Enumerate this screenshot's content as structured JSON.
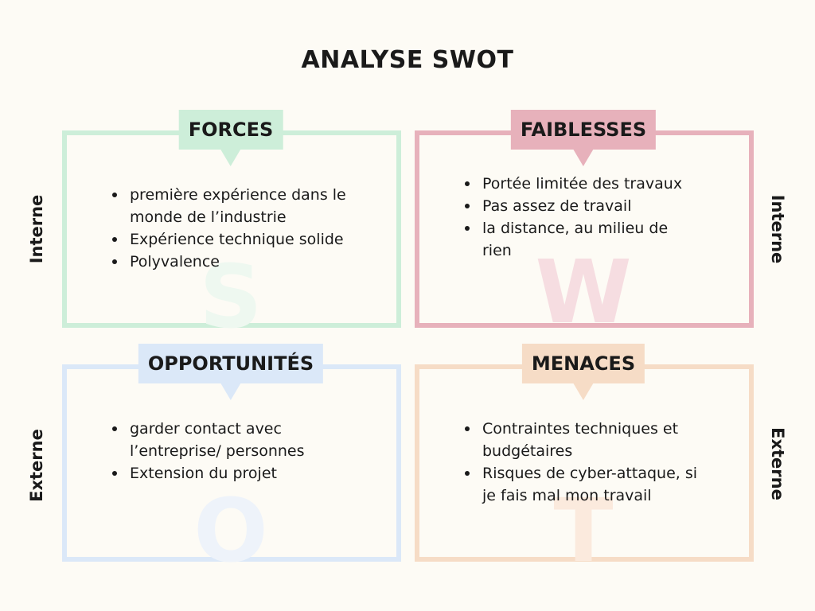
{
  "title": "ANALYSE SWOT",
  "colors": {
    "forces": "#cdeed9",
    "faiblesses": "#e7b1bb",
    "opportunites": "#dbe8f8",
    "menaces": "#f6dcc6",
    "background": "#fdfbf5"
  },
  "side_labels": {
    "left_top": "Interne",
    "left_bottom": "Externe",
    "right_top": "Interne",
    "right_bottom": "Externe"
  },
  "quadrants": {
    "forces": {
      "label": "FORCES",
      "letter": "S",
      "items": [
        "première expérience dans le monde de l’industrie",
        "Expérience technique solide",
        "Polyvalence"
      ]
    },
    "faiblesses": {
      "label": "FAIBLESSES",
      "letter": "W",
      "items": [
        "Portée limitée des travaux",
        "Pas assez de travail",
        "la distance, au milieu de rien"
      ]
    },
    "opportunites": {
      "label": "OPPORTUNITÉS",
      "letter": "O",
      "items": [
        "garder contact avec l’entreprise/ personnes",
        "Extension du projet"
      ]
    },
    "menaces": {
      "label": "MENACES",
      "letter": "T",
      "items": [
        "Contraintes techniques et budgétaires",
        "Risques de cyber-attaque, si je fais mal mon travail"
      ]
    }
  }
}
